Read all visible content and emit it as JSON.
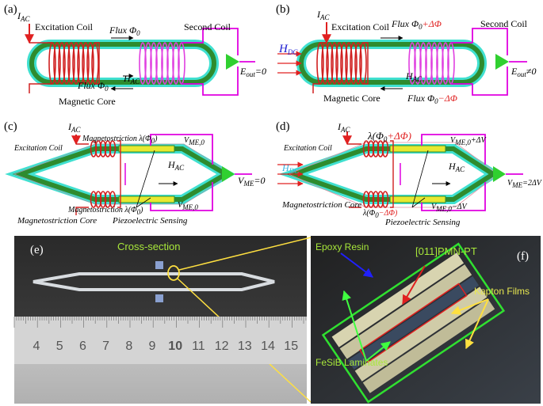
{
  "panel_a": {
    "id": "(a)",
    "i_ac": "I",
    "i_ac_sub": "AC",
    "excitation_coil": "Excitation Coil",
    "flux_top": "Flux Φ",
    "flux_top_sub": "0",
    "second_coil": "Second Coil",
    "flux_bottom": "Flux Φ",
    "flux_bottom_sub": "0",
    "h_ac": "H",
    "h_ac_sub": "AC",
    "magnetic_core": "Magnetic Core",
    "e_out": "E",
    "e_out_sub": "out",
    "e_out_val": "=0"
  },
  "panel_b": {
    "id": "(b)",
    "i_ac": "I",
    "i_ac_sub": "AC",
    "excitation_coil": "Excitation Coil",
    "flux_top": "Flux Φ",
    "flux_top_sub": "0",
    "flux_top_delta": "+ΔΦ",
    "second_coil": "Second Coil",
    "h_dc": "H",
    "h_dc_sub": "DC",
    "h_ac": "H",
    "h_ac_sub": "AC",
    "magnetic_core": "Magnetic Core",
    "flux_bottom": "Flux Φ",
    "flux_bottom_sub": "0",
    "flux_bottom_delta": "−ΔΦ",
    "e_out": "E",
    "e_out_sub": "out",
    "e_out_val": "≠0"
  },
  "panel_c": {
    "id": "(c)",
    "i_ac": "I",
    "i_ac_sub": "AC",
    "magnetostriction_top": "Magnetostriction λ(Φ",
    "magnetostriction_top_sub": "0",
    "v_me_top": "V",
    "v_me_top_sub": "ME,0",
    "excitation_coil": "Excitation Coil",
    "h_ac": "H",
    "h_ac_sub": "AC",
    "v_me_out": "V",
    "v_me_out_sub": "ME",
    "v_me_out_val": "=0",
    "magnetostriction_bottom": "Magnetostriction λ(Φ",
    "magnetostriction_bottom_sub": "0",
    "v_me_bottom": "V",
    "v_me_bottom_sub": "ME,0",
    "magnetostriction_core": "Magnetostriction Core",
    "piezo_sensing": "Piezoelectric Sensing"
  },
  "panel_d": {
    "id": "(d)",
    "i_ac": "I",
    "i_ac_sub": "AC",
    "lambda_top": "λ(Φ",
    "lambda_top_sub": "0",
    "lambda_top_delta": "+ΔΦ)",
    "v_me_top": "V",
    "v_me_top_sub": "ME,0",
    "v_me_top_delta": "+ΔV",
    "excitation_coil": "Excitation Coil",
    "h_dc": "H",
    "h_dc_sub": "DC",
    "h_ac": "H",
    "h_ac_sub": "AC",
    "v_me_out": "V",
    "v_me_out_sub": "ME",
    "v_me_out_val": "=2ΔV",
    "magnetostriction_core": "Magnetostriction Core",
    "lambda_bottom": "λ(Φ",
    "lambda_bottom_sub": "0",
    "lambda_bottom_delta": "−ΔΦ)",
    "v_me_bottom": "V",
    "v_me_bottom_sub": "ME,0",
    "v_me_bottom_delta": "−ΔV",
    "piezo_sensing": "Piezoelectric Sensing"
  },
  "panel_e": {
    "id": "(e)",
    "cross_section": "Cross-section",
    "ruler_numbers": [
      "4",
      "5",
      "6",
      "7",
      "8",
      "9",
      "10",
      "11",
      "12",
      "13",
      "14",
      "15"
    ]
  },
  "panel_f": {
    "id": "(f)",
    "epoxy_resin": "Epoxy Resin",
    "pmn_pt": "[011]PMN-PT",
    "kapton_films": "Kapton Films",
    "fesib_laminates": "FeSiB Laminates"
  },
  "colors": {
    "core_green": "#2e8b2e",
    "core_cyan": "#40e0d0",
    "coil_red": "#d02020",
    "coil_magenta": "#e040e0",
    "wire_magenta": "#e000e0",
    "amp_green": "#30d030",
    "label_green": "#a8e83a",
    "arrow_yellow": "#ffe040"
  }
}
